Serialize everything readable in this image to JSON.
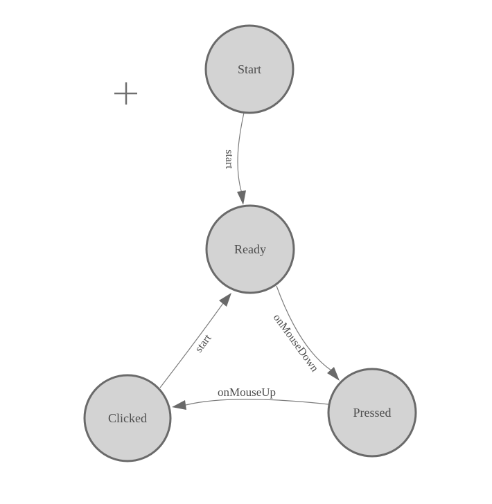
{
  "diagram": {
    "type": "state-machine",
    "background": "#ffffff",
    "colors": {
      "node_fill": "#d3d3d3",
      "node_stroke": "#6a6a6a",
      "edge_stroke": "#7d7d7d",
      "arrow_fill": "#696969",
      "label_text": "#4d4d4d",
      "cursor": "#6f6f6f"
    },
    "nodes": [
      {
        "id": "start",
        "label": "Start"
      },
      {
        "id": "ready",
        "label": "Ready"
      },
      {
        "id": "clicked",
        "label": "Clicked"
      },
      {
        "id": "pressed",
        "label": "Pressed"
      }
    ],
    "transitions": [
      {
        "from": "Start",
        "to": "Ready",
        "label": "start"
      },
      {
        "from": "Ready",
        "to": "Pressed",
        "label": "onMouseDown"
      },
      {
        "from": "Pressed",
        "to": "Clicked",
        "label": "onMouseUp"
      },
      {
        "from": "Clicked",
        "to": "Ready",
        "label": "start"
      }
    ],
    "cursor_icon": "crosshair-icon"
  }
}
